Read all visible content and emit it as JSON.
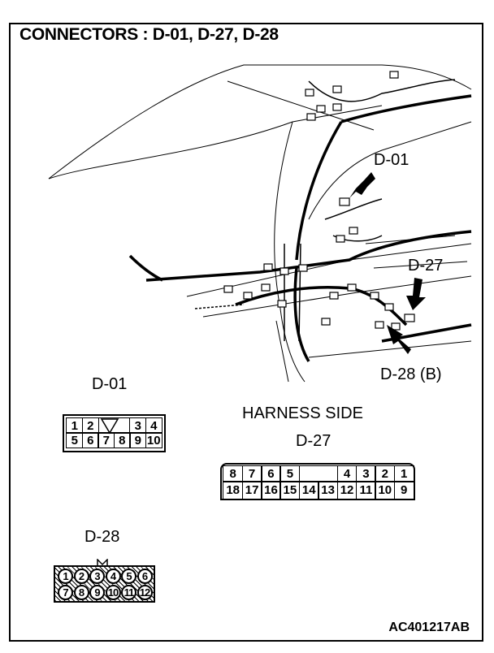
{
  "title": "CONNECTORS : D-01, D-27, D-28",
  "callouts": {
    "d01": "D-01",
    "d27": "D-27",
    "d28": "D-28 (B)"
  },
  "connectors": {
    "d01": {
      "label": "D-01",
      "row1": [
        "1",
        "2",
        "",
        "",
        "3",
        "4"
      ],
      "row2": [
        "5",
        "6",
        "7",
        "8",
        "9",
        "10"
      ]
    },
    "d27": {
      "caption": "HARNESS SIDE",
      "label": "D-27",
      "row1": [
        "8",
        "7",
        "6",
        "5",
        "",
        "4",
        "3",
        "2",
        "1"
      ],
      "row2": [
        "18",
        "17",
        "16",
        "15",
        "14",
        "13",
        "12",
        "11",
        "10",
        "9"
      ]
    },
    "d28": {
      "label": "D-28",
      "row1": [
        "1",
        "2",
        "3",
        "4",
        "5",
        "6"
      ],
      "row2": [
        "7",
        "8",
        "9",
        "10",
        "11",
        "12"
      ]
    }
  },
  "figure_code": "AC401217AB"
}
